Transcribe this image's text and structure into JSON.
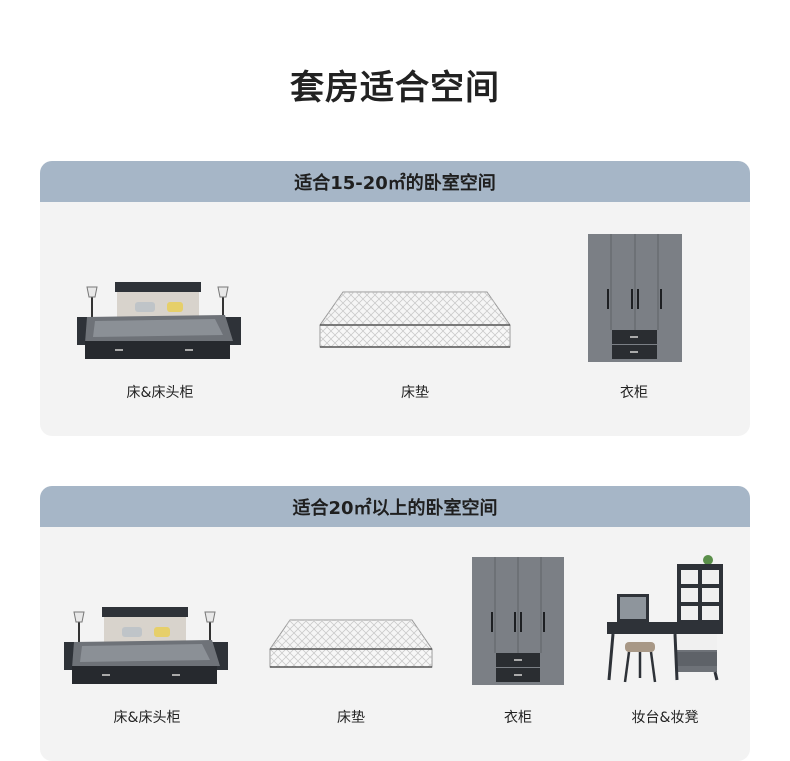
{
  "page_title": "套房适合空间",
  "sections": [
    {
      "header": "适合15-20㎡的卧室空间",
      "items": [
        {
          "label": "床&床头柜",
          "icon": "bed-icon"
        },
        {
          "label": "床垫",
          "icon": "mattress-icon"
        },
        {
          "label": "衣柜",
          "icon": "wardrobe-icon"
        }
      ]
    },
    {
      "header": "适合20㎡以上的卧室空间",
      "items": [
        {
          "label": "床&床头柜",
          "icon": "bed-icon"
        },
        {
          "label": "床垫",
          "icon": "mattress-icon"
        },
        {
          "label": "衣柜",
          "icon": "wardrobe-icon"
        },
        {
          "label": "妆台&妆凳",
          "icon": "dressing-table-icon"
        }
      ]
    }
  ]
}
